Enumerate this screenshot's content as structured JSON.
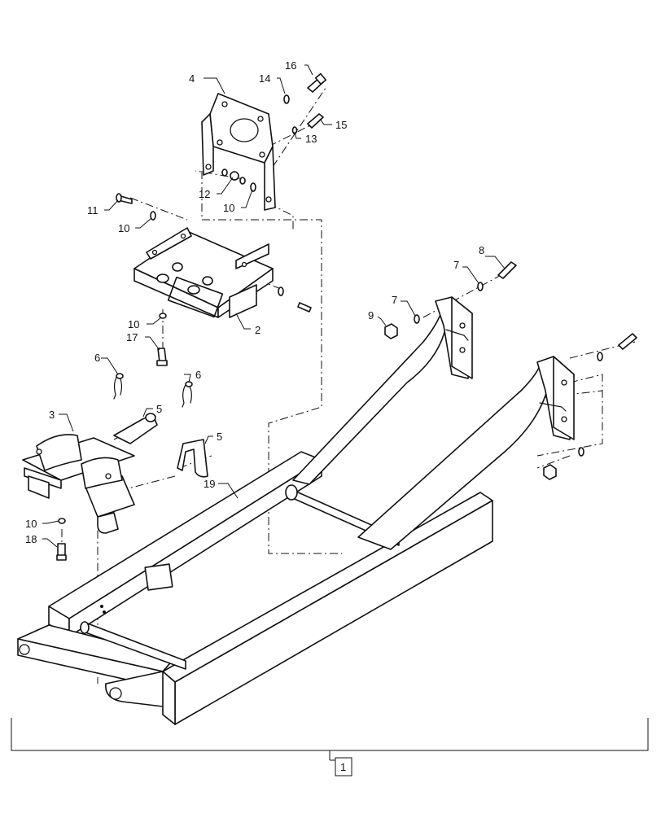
{
  "diagram": {
    "type": "exploded-parts-view",
    "callouts": [
      {
        "id": "c4",
        "label": "4"
      },
      {
        "id": "c16",
        "label": "16"
      },
      {
        "id": "c14",
        "label": "14"
      },
      {
        "id": "c15",
        "label": "15"
      },
      {
        "id": "c13",
        "label": "13"
      },
      {
        "id": "c12",
        "label": "12"
      },
      {
        "id": "c10a",
        "label": "10"
      },
      {
        "id": "c11",
        "label": "11"
      },
      {
        "id": "c10b",
        "label": "10"
      },
      {
        "id": "c8",
        "label": "8"
      },
      {
        "id": "c7a",
        "label": "7"
      },
      {
        "id": "c7b",
        "label": "7"
      },
      {
        "id": "c9",
        "label": "9"
      },
      {
        "id": "c2",
        "label": "2"
      },
      {
        "id": "c10c",
        "label": "10"
      },
      {
        "id": "c17",
        "label": "17"
      },
      {
        "id": "c6a",
        "label": "6"
      },
      {
        "id": "c6b",
        "label": "6"
      },
      {
        "id": "c5a",
        "label": "5"
      },
      {
        "id": "c5b",
        "label": "5"
      },
      {
        "id": "c3",
        "label": "3"
      },
      {
        "id": "c19",
        "label": "19"
      },
      {
        "id": "c10d",
        "label": "10"
      },
      {
        "id": "c18",
        "label": "18"
      }
    ],
    "assembly_label": "1"
  }
}
